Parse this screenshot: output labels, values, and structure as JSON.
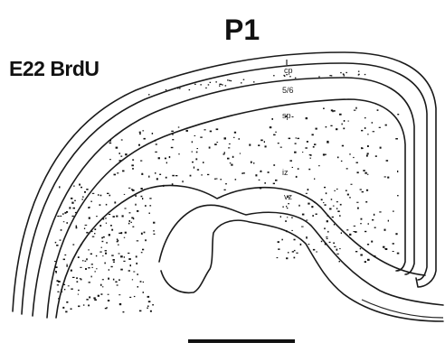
{
  "figure": {
    "title": "P1",
    "label": "E22 BrdU",
    "layers": {
      "cp": "cp",
      "s6": "5/6",
      "sp": "sp",
      "iz": "iz",
      "vz": "vz"
    }
  }
}
